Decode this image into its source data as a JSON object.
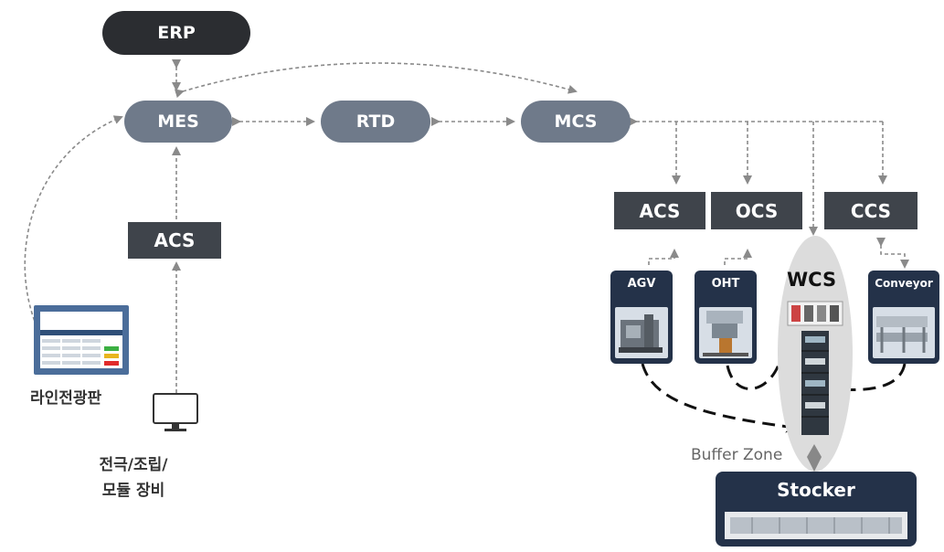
{
  "nodes": {
    "erp": "ERP",
    "mes": "MES",
    "rtd": "RTD",
    "mcs": "MCS",
    "acs_left": "ACS",
    "acs_right": "ACS",
    "ocs": "OCS",
    "ccs": "CCS",
    "wcs": "WCS"
  },
  "equipment": {
    "agv": "AGV",
    "oht": "OHT",
    "conveyor": "Conveyor",
    "stocker": "Stocker"
  },
  "labels": {
    "line_board": "라인전광판",
    "equipment_line1": "전극/조립/",
    "equipment_line2": "모듈 장비",
    "buffer_zone": "Buffer Zone"
  }
}
